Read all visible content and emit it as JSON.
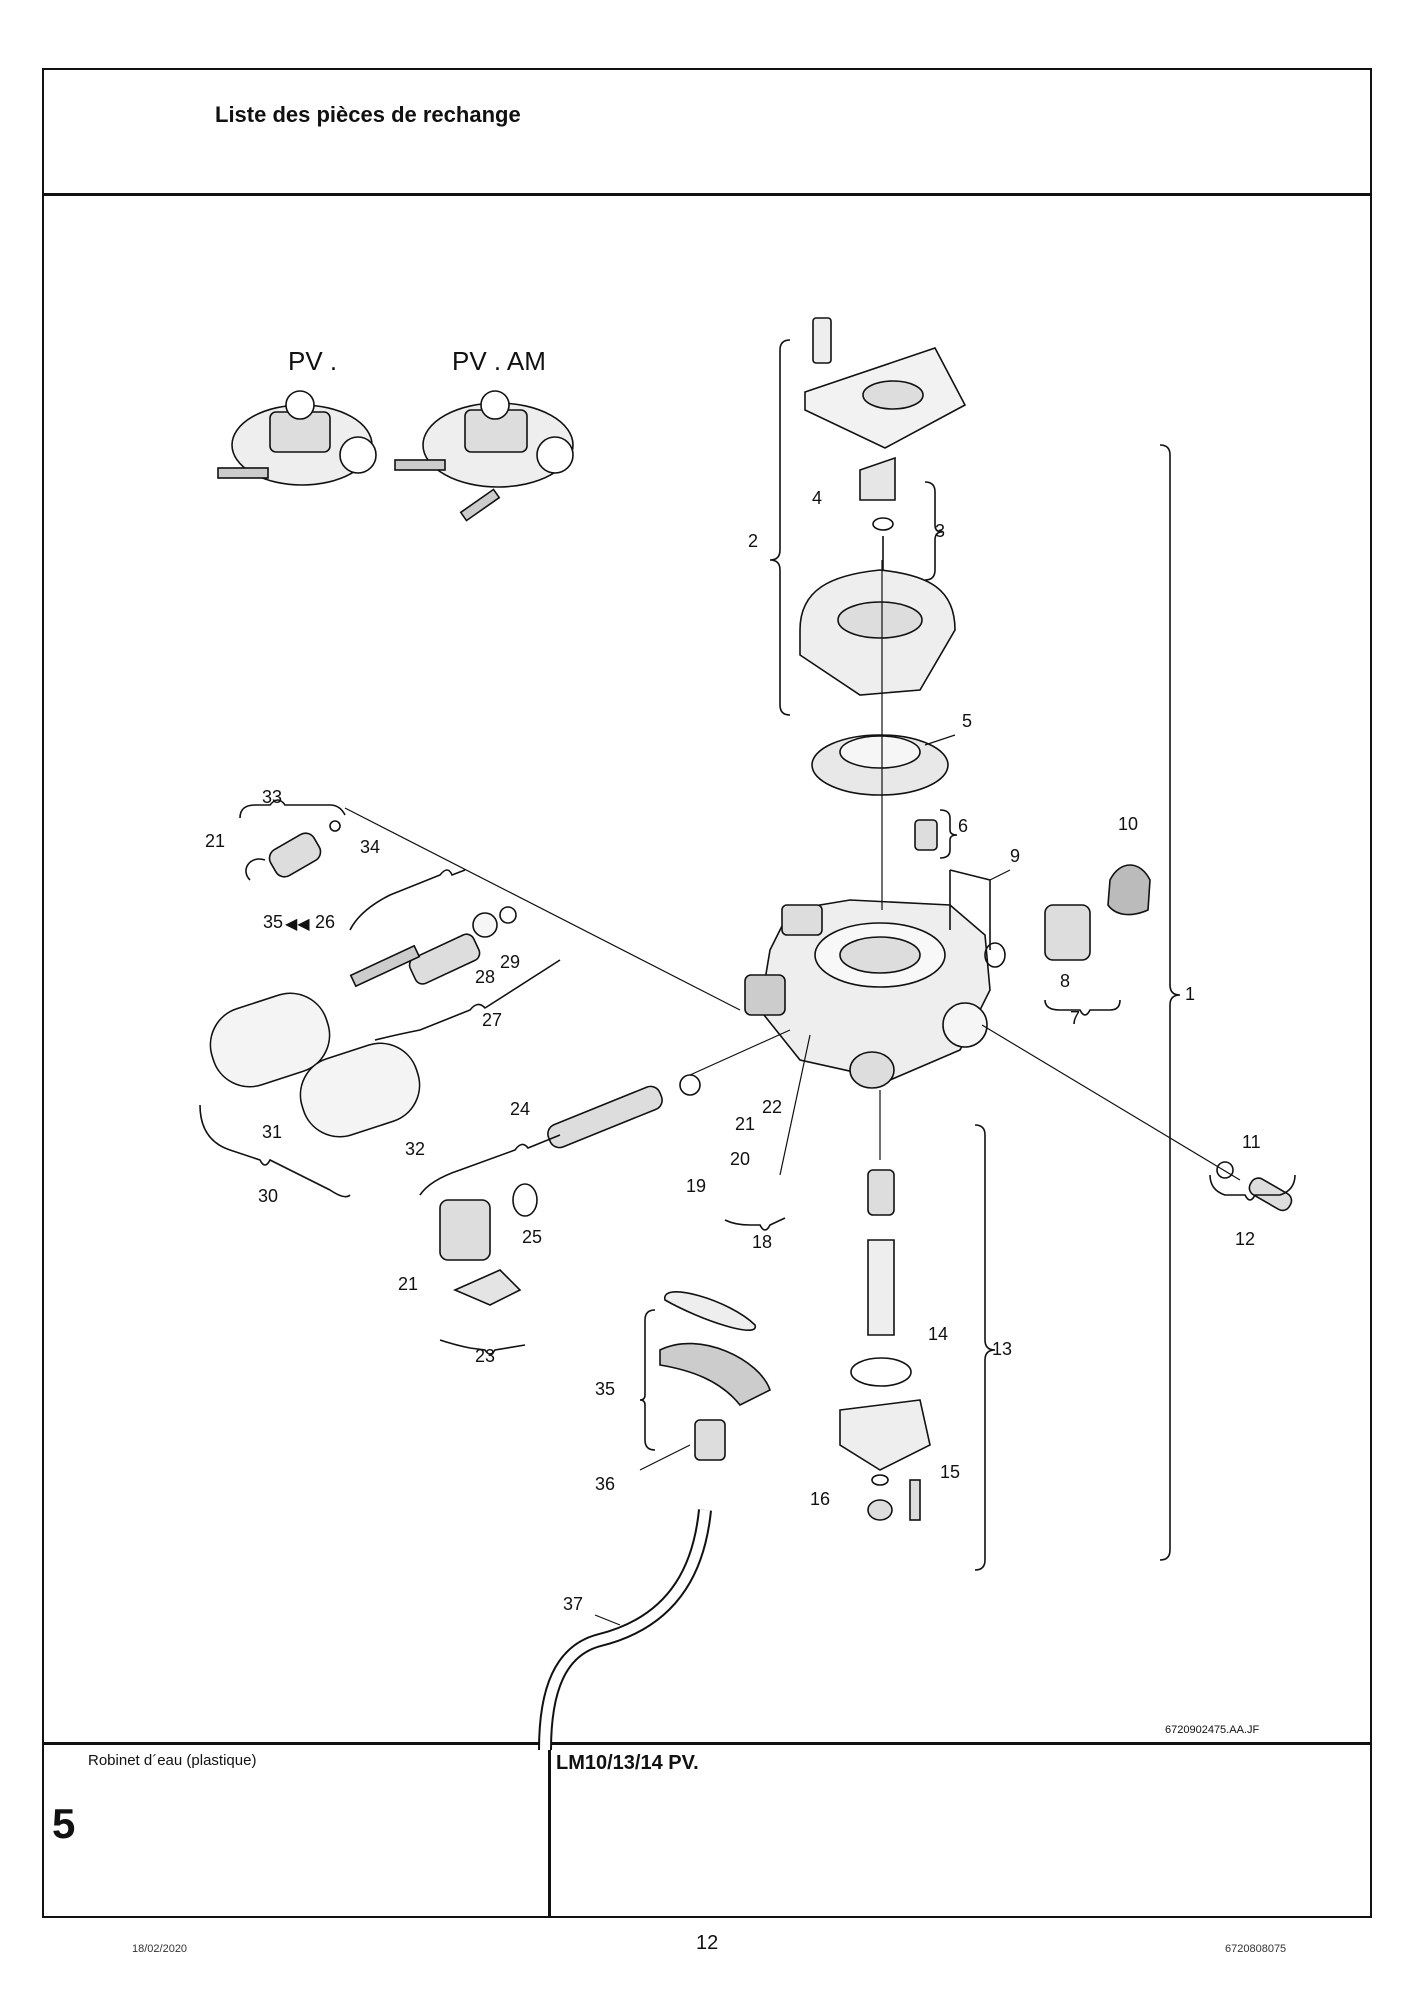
{
  "header": {
    "title": "Liste des pièces de rechange"
  },
  "variants": {
    "pv": "PV .",
    "pv_am": "PV . AM"
  },
  "callouts": [
    "1",
    "2",
    "3",
    "4",
    "5",
    "6",
    "7",
    "8",
    "9",
    "10",
    "11",
    "12",
    "13",
    "14",
    "15",
    "16",
    "18",
    "19",
    "20",
    "21",
    "22",
    "23",
    "24",
    "25",
    "26",
    "27",
    "28",
    "29",
    "30",
    "31",
    "32",
    "33",
    "34",
    "35",
    "36",
    "37"
  ],
  "drawing_ref": "6720902475.AA.JF",
  "section": {
    "number": "5",
    "description": "Robinet d´eau (plastique)",
    "model": "LM10/13/14 PV."
  },
  "footer": {
    "date": "18/02/2020",
    "page": "12",
    "doc_number": "6720808075"
  }
}
